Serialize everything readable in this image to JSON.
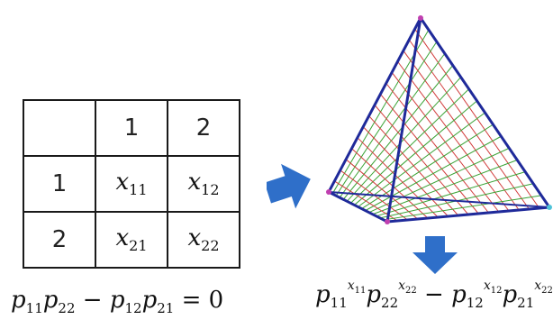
{
  "table": {
    "header_corner": "",
    "col_headers": [
      "1",
      "2"
    ],
    "row_headers": [
      "1",
      "2"
    ],
    "cells": [
      [
        "x",
        "11",
        "x",
        "12"
      ],
      [
        "x",
        "21",
        "x",
        "22"
      ]
    ]
  },
  "equations": {
    "left": "p11p22 − p12p21 = 0",
    "right": "p11^x11 p22^x22 − p12^x12 p21^x22"
  },
  "colors": {
    "arrow": "#2f6fc9",
    "edge": "#1f2a9a",
    "surface_red": "#d23b3b",
    "surface_green": "#3aa335",
    "vertex": "#c03fb0"
  }
}
